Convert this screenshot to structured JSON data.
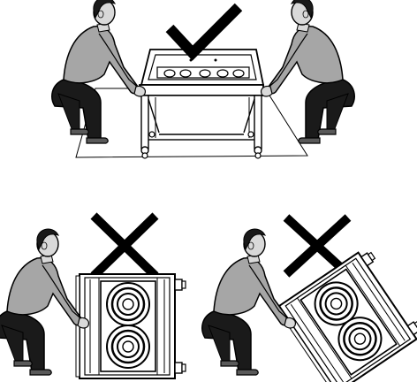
{
  "figure": {
    "panels": [
      {
        "id": "correct-lift",
        "verdict": "correct",
        "verdict_icon": "check-mark-icon",
        "appliance_orientation": "upright",
        "people": 2
      },
      {
        "id": "wrong-lift-on-side",
        "verdict": "incorrect",
        "verdict_icon": "cross-icon",
        "appliance_orientation": "on-side",
        "people": 1
      },
      {
        "id": "wrong-lift-tilted",
        "verdict": "incorrect",
        "verdict_icon": "cross-icon",
        "appliance_orientation": "tilted",
        "people": 1
      }
    ],
    "colors": {
      "ink": "#000000",
      "shirt": "#a6a6a6",
      "skin": "#d9d9d9",
      "trousers": "#1a1a1a",
      "shoe": "#595959",
      "paper": "#ffffff"
    }
  }
}
